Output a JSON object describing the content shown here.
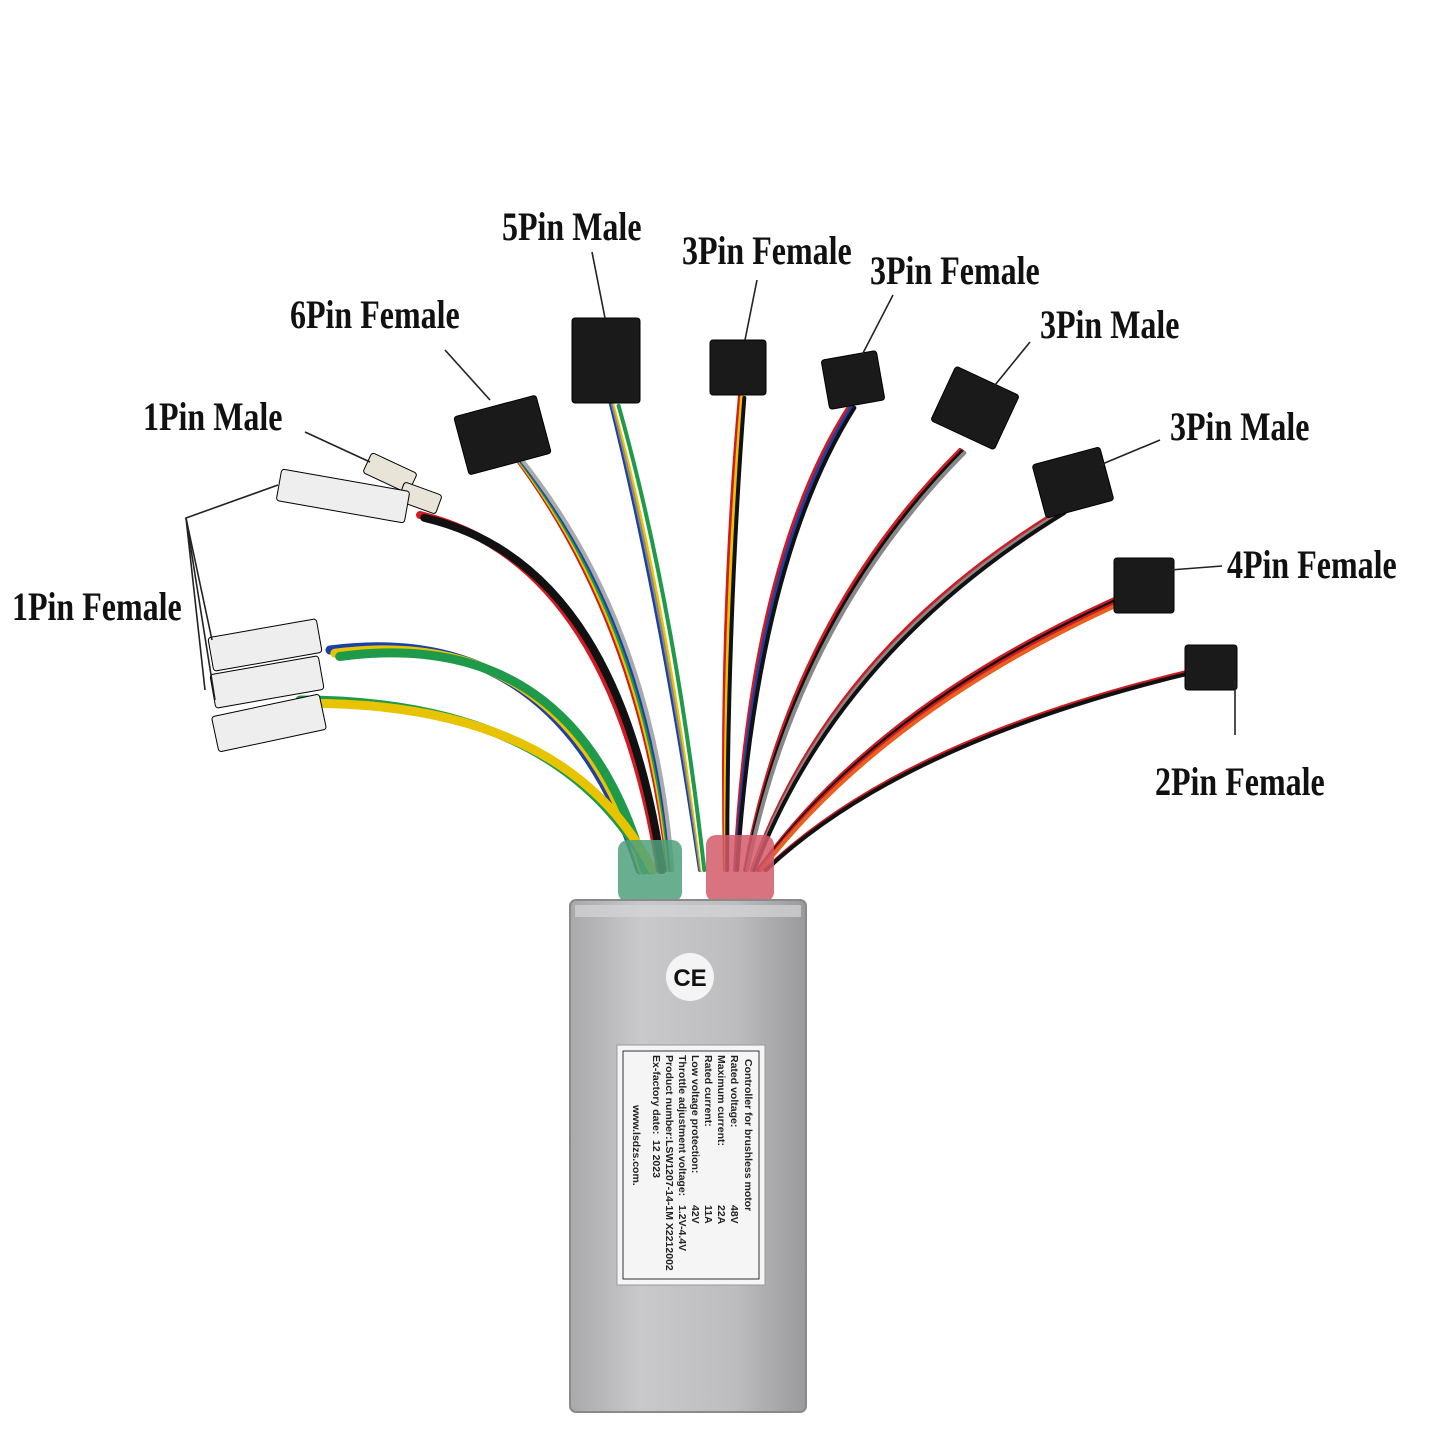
{
  "labels": {
    "pin5_male": "5Pin Male",
    "pin3_female_a": "3Pin Female",
    "pin3_female_b": "3Pin Female",
    "pin3_male_a": "3Pin Male",
    "pin3_male_b": "3Pin Male",
    "pin4_female": "4Pin Female",
    "pin2_female": "2Pin Female",
    "pin6_female": "6Pin Female",
    "pin1_male": "1Pin Male",
    "pin1_female": "1Pin Female"
  },
  "controller": {
    "mark": "CE",
    "title": "Controller for brushless motor",
    "rows": [
      {
        "label": "Rated voltage:",
        "value": "48V"
      },
      {
        "label": "Maximum current:",
        "value": "22A"
      },
      {
        "label": "Rated current:",
        "value": "11A"
      },
      {
        "label": "Low voltage protection:",
        "value": "42V"
      },
      {
        "label": "Throttle adjustment voltage:",
        "value": "1.2V-4.4V"
      },
      {
        "label": "Product number:",
        "value": "LSW1207-14-1M  X2212002"
      },
      {
        "label": "Ex-factory date:",
        "value": "12   2023"
      }
    ],
    "website": "www.lsdzs.com."
  }
}
